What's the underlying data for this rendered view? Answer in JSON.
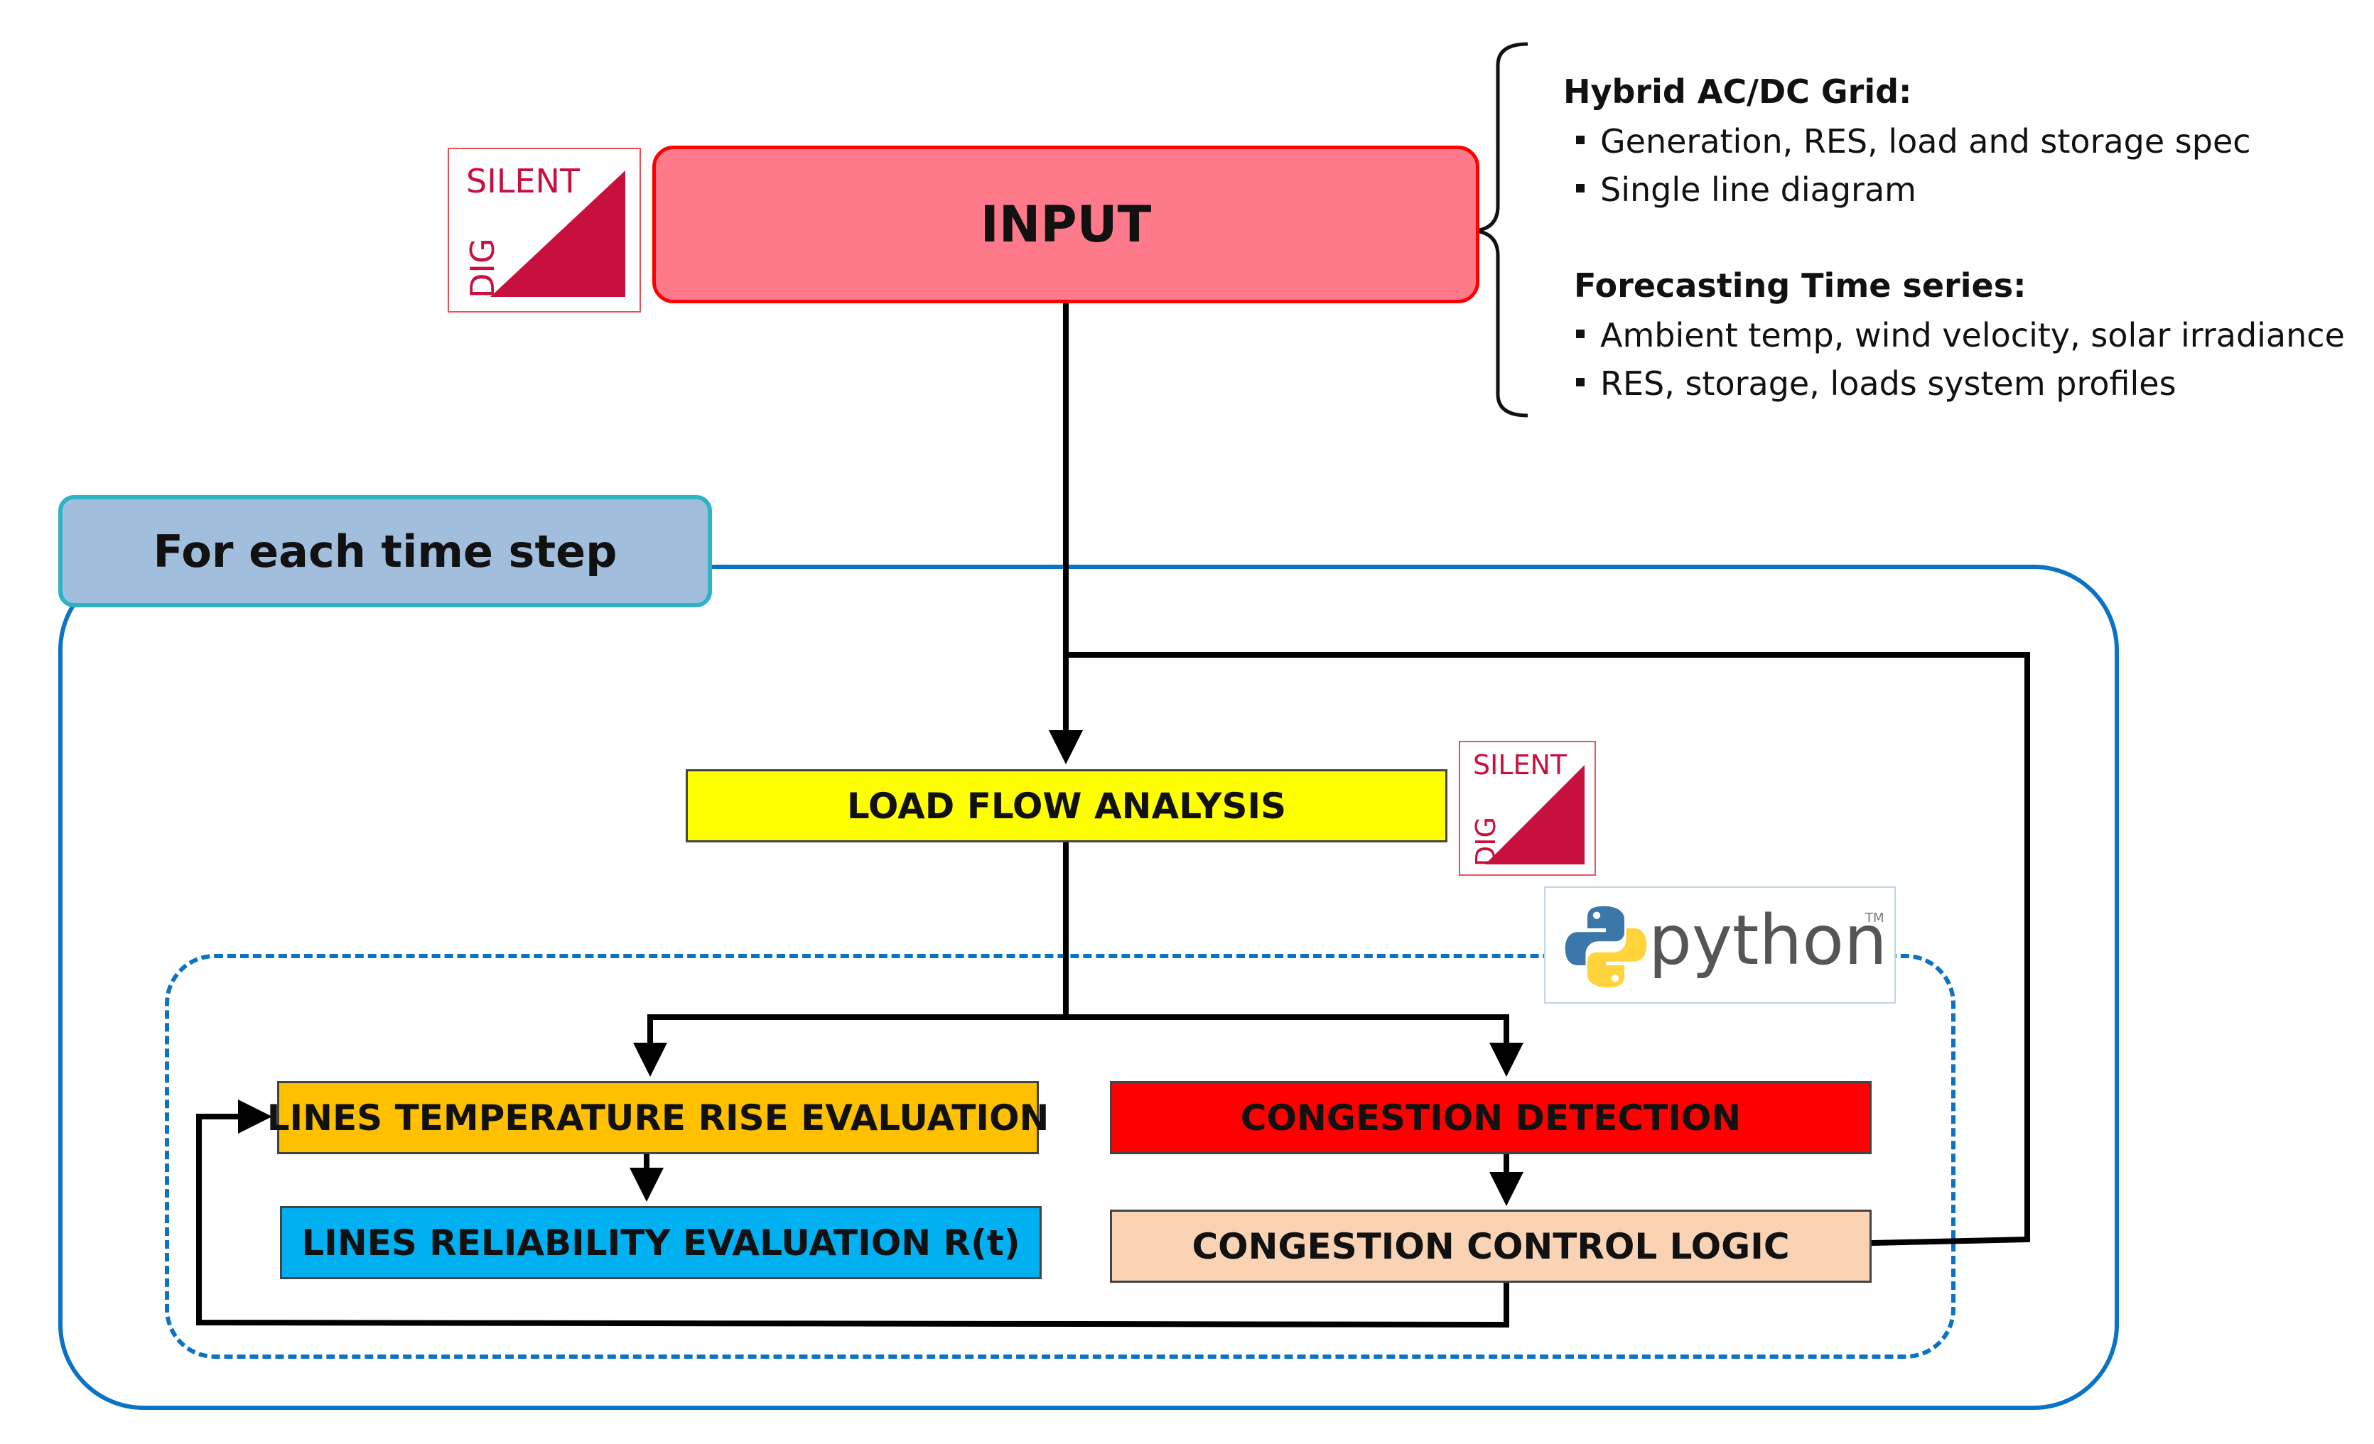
{
  "input": {
    "label": "INPUT"
  },
  "logo_digsilent": {
    "silent": "SILENT",
    "dig": "DIG"
  },
  "notes": {
    "grid": {
      "heading": "Hybrid AC/DC Grid:",
      "items": [
        "Generation, RES, load and storage spec",
        "Single line diagram"
      ]
    },
    "forecast": {
      "heading": "Forecasting Time series:",
      "items": [
        "Ambient temp, wind velocity, solar irradiance",
        "RES, storage, loads system profiles"
      ]
    }
  },
  "loop": {
    "label": "For each time step"
  },
  "blocks": {
    "load_flow": "LOAD FLOW ANALYSIS",
    "temp_rise": "LINES TEMPERATURE RISE EVALUATION",
    "reliability": "LINES RELIABILITY EVALUATION R(t)",
    "congestion_detection": "CONGESTION DETECTION",
    "congestion_control": "CONGESTION CONTROL LOGIC"
  },
  "logo_python": {
    "text": "python",
    "tm": "TM"
  },
  "colors": {
    "input_fill": "#FE7A8A",
    "input_border": "#FF0000",
    "load_flow": "#FFFF00",
    "temp_rise": "#FFC000",
    "reliability": "#00B0F0",
    "congestion_detection": "#FF0000",
    "congestion_control": "#F9D3B4",
    "loop_border": "#0A73C4",
    "loop_label_fill": "#A2BEDD",
    "digsilent": "#C8103E"
  }
}
